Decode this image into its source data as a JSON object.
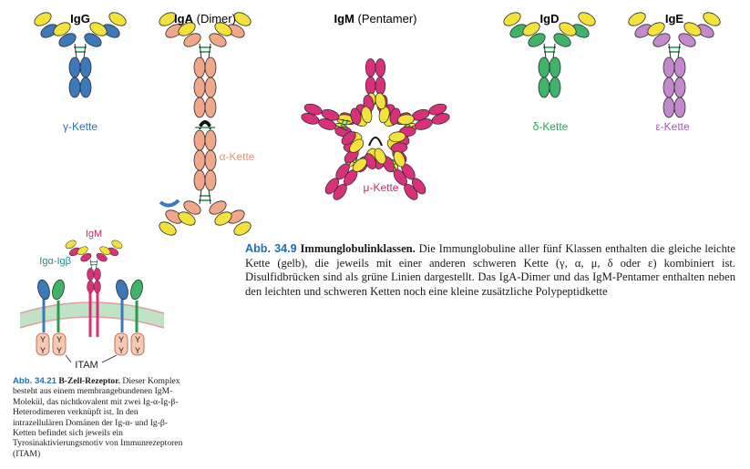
{
  "colors": {
    "light_chain": "#f2e23a",
    "igg": "#3b79bb",
    "iga": "#f0a78a",
    "igm": "#d8317a",
    "igd": "#3fb36a",
    "ige": "#c488cc",
    "disulfide": "#2a9a52",
    "membrane": "#bfe3c4",
    "membrane_line": "#e39aa0",
    "caption_number": "#1e6fb5"
  },
  "classes": [
    {
      "title_bold": "IgG",
      "title_rest": "",
      "chain": "γ-Kette",
      "color": "igg"
    },
    {
      "title_bold": "IgA",
      "title_rest": " (Dimer)",
      "chain": "α-Kette",
      "color": "iga"
    },
    {
      "title_bold": "IgM",
      "title_rest": " (Pentamer)",
      "chain": "μ-Kette",
      "color": "igm"
    },
    {
      "title_bold": "IgD",
      "title_rest": "",
      "chain": "δ-Kette",
      "color": "igd"
    },
    {
      "title_bold": "IgE",
      "title_rest": "",
      "chain": "ε-Kette",
      "color": "ige"
    }
  ],
  "receptor": {
    "igm_label": "IgM",
    "ig_ab_label": "Igα-Igβ",
    "itam_label": "ITAM",
    "tyrosine_symbol": "Y"
  },
  "caption_34_9": {
    "number": "Abb. 34.9",
    "title": "Immunglobulinklassen.",
    "text": " Die Immunglobuline aller fünf Klassen enthalten die gleiche leichte Kette (gelb), die jeweils mit einer anderen schweren Kette (γ, α, μ, δ oder ε) kombiniert ist. Disulfidbrücken sind als grüne Linien dargestellt. Das IgA-Dimer und das IgM-Pentamer enthalten neben den leichten und schweren Ketten noch eine kleine zusätzliche Polypeptidkette"
  },
  "caption_34_21": {
    "number": "Abb. 34.21",
    "title": "B-Zell-Rezeptor.",
    "text": " Dieser Komplex besteht aus einem membrangebundenen IgM-Molekül, das nichtkovalent mit zwei Ig-α-Ig-β-Heterodimeren verknüpft ist. In den intrazellulären Domänen der Ig-α- und Ig-β-Ketten befindet sich jeweils ein Tyrosinaktivierungsmotiv von Immunrezeptoren (ITAM)"
  }
}
